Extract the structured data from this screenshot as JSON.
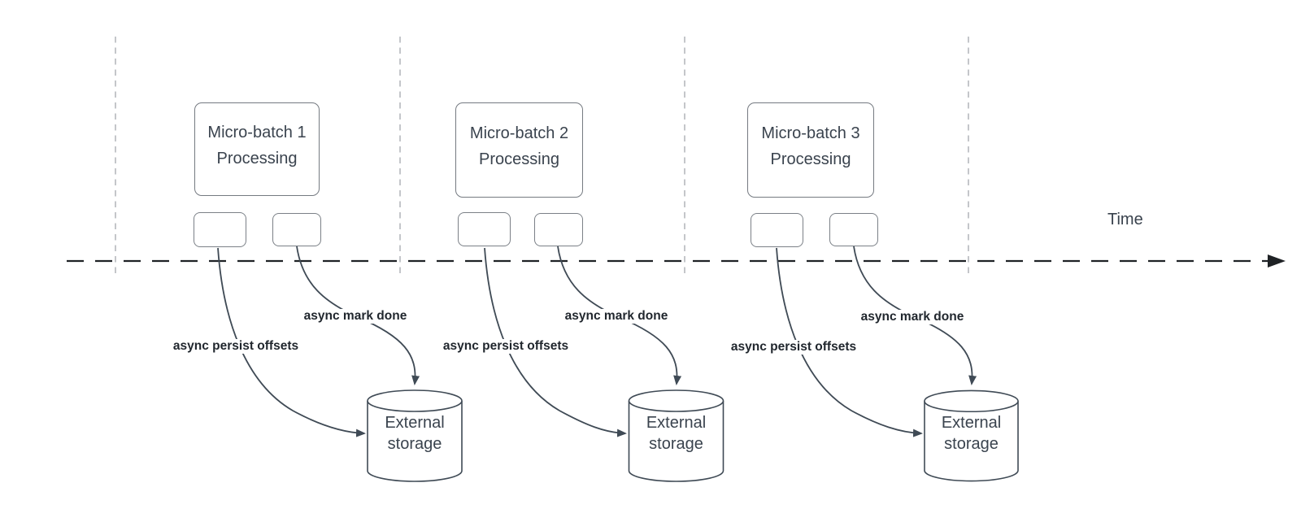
{
  "timeline": {
    "label": "Time"
  },
  "batches": [
    {
      "box_label": "Micro-batch 1",
      "box_sublabel": "Processing",
      "persist_label": "async persist offsets",
      "done_label": "async mark done",
      "storage_line1": "External",
      "storage_line2": "storage"
    },
    {
      "box_label": "Micro-batch 2",
      "box_sublabel": "Processing",
      "persist_label": "async persist offsets",
      "done_label": "async mark done",
      "storage_line1": "External",
      "storage_line2": "storage"
    },
    {
      "box_label": "Micro-batch 3",
      "box_sublabel": "Processing",
      "persist_label": "async persist offsets",
      "done_label": "async mark done",
      "storage_line1": "External",
      "storage_line2": "storage"
    }
  ],
  "colors": {
    "connector": "#3f4a55",
    "shape_border": "#7b8087",
    "timeline": "#1f2225",
    "gridline": "#b0b4b9",
    "shape_text": "#3a434e",
    "edge_label_text": "#21272e",
    "background": "#ffffff"
  }
}
